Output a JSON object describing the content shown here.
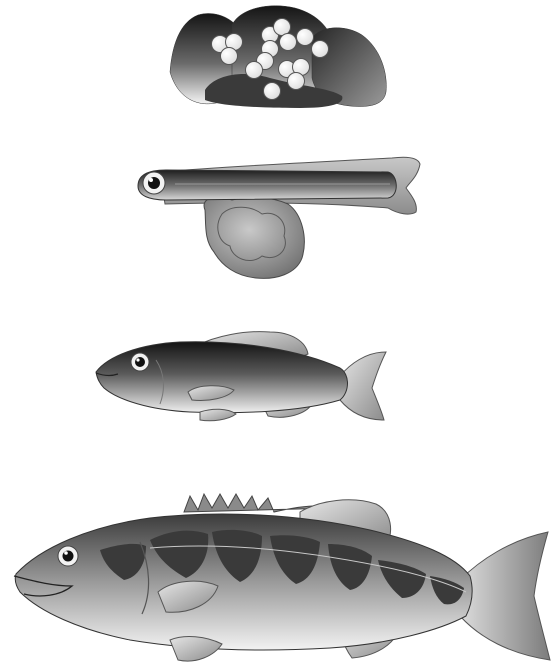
{
  "diagram": {
    "stages": [
      {
        "id": "eggs"
      },
      {
        "id": "larva"
      },
      {
        "id": "juvenile"
      },
      {
        "id": "adult"
      }
    ]
  }
}
